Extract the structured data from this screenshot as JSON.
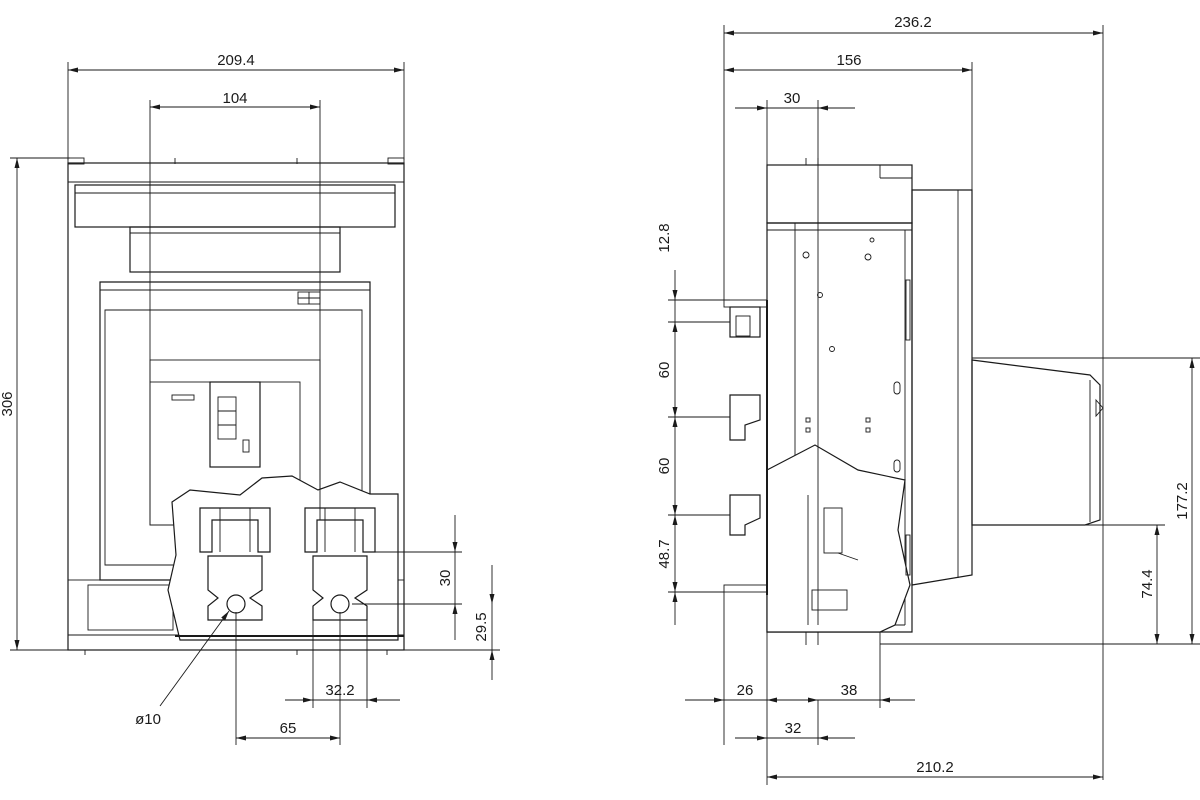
{
  "dimensions": {
    "front_width": "209.4",
    "front_inner_width": "104",
    "front_height": "306",
    "front_30": "30",
    "front_29_5": "29.5",
    "front_32_2": "32.2",
    "front_65": "65",
    "hole_dia": "ø10",
    "side_total_width": "236.2",
    "side_156": "156",
    "side_30": "30",
    "side_12_8": "12.8",
    "side_60_a": "60",
    "side_60_b": "60",
    "side_48_7": "48.7",
    "side_26": "26",
    "side_38": "38",
    "side_32": "32",
    "side_210_2": "210.2",
    "side_177_2": "177.2",
    "side_74_4": "74.4"
  }
}
